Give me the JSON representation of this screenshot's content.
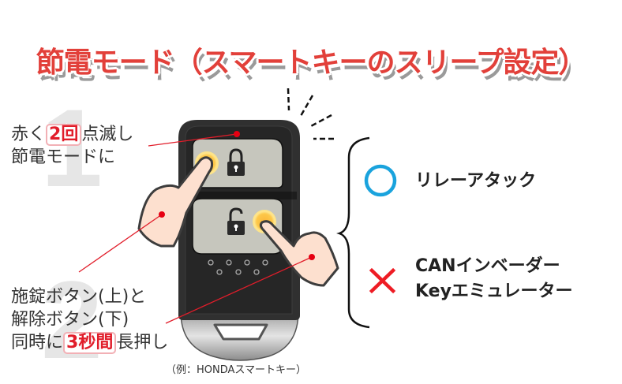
{
  "title": "節電モード（スマートキーのスリープ設定）",
  "step1": {
    "number": "1",
    "line1_prefix": "赤く",
    "line1_highlight": "2回",
    "line1_suffix": "点滅し",
    "line2": "節電モードに"
  },
  "step2": {
    "number": "2",
    "line1": "施錠ボタン(上)と",
    "line2": "解除ボタン(下)",
    "line3_prefix": "同時に",
    "line3_highlight": "3秒間",
    "line3_suffix": "長押し"
  },
  "caption": "（例：HONDAスマートキー）",
  "results": [
    {
      "icon": "circle-icon",
      "mark_color": "#1aa3dd",
      "label": "リレーアタック"
    },
    {
      "icon": "cross-icon",
      "mark_color": "#ee1c24",
      "label_line1": "CANインベーダー",
      "label_line2": "Keyエミュレーター"
    }
  ],
  "colors": {
    "title_red": "#e2403a",
    "highlight_red": "#e11d2a",
    "key_body": "#2b2b2b",
    "button_face": "#c4c4bc",
    "press_glow": "#fbbf3c",
    "skin": "#fde0cf"
  },
  "key_buttons": [
    {
      "name": "lock-button",
      "icon": "lock-closed-icon"
    },
    {
      "name": "unlock-button",
      "icon": "lock-open-icon"
    }
  ]
}
